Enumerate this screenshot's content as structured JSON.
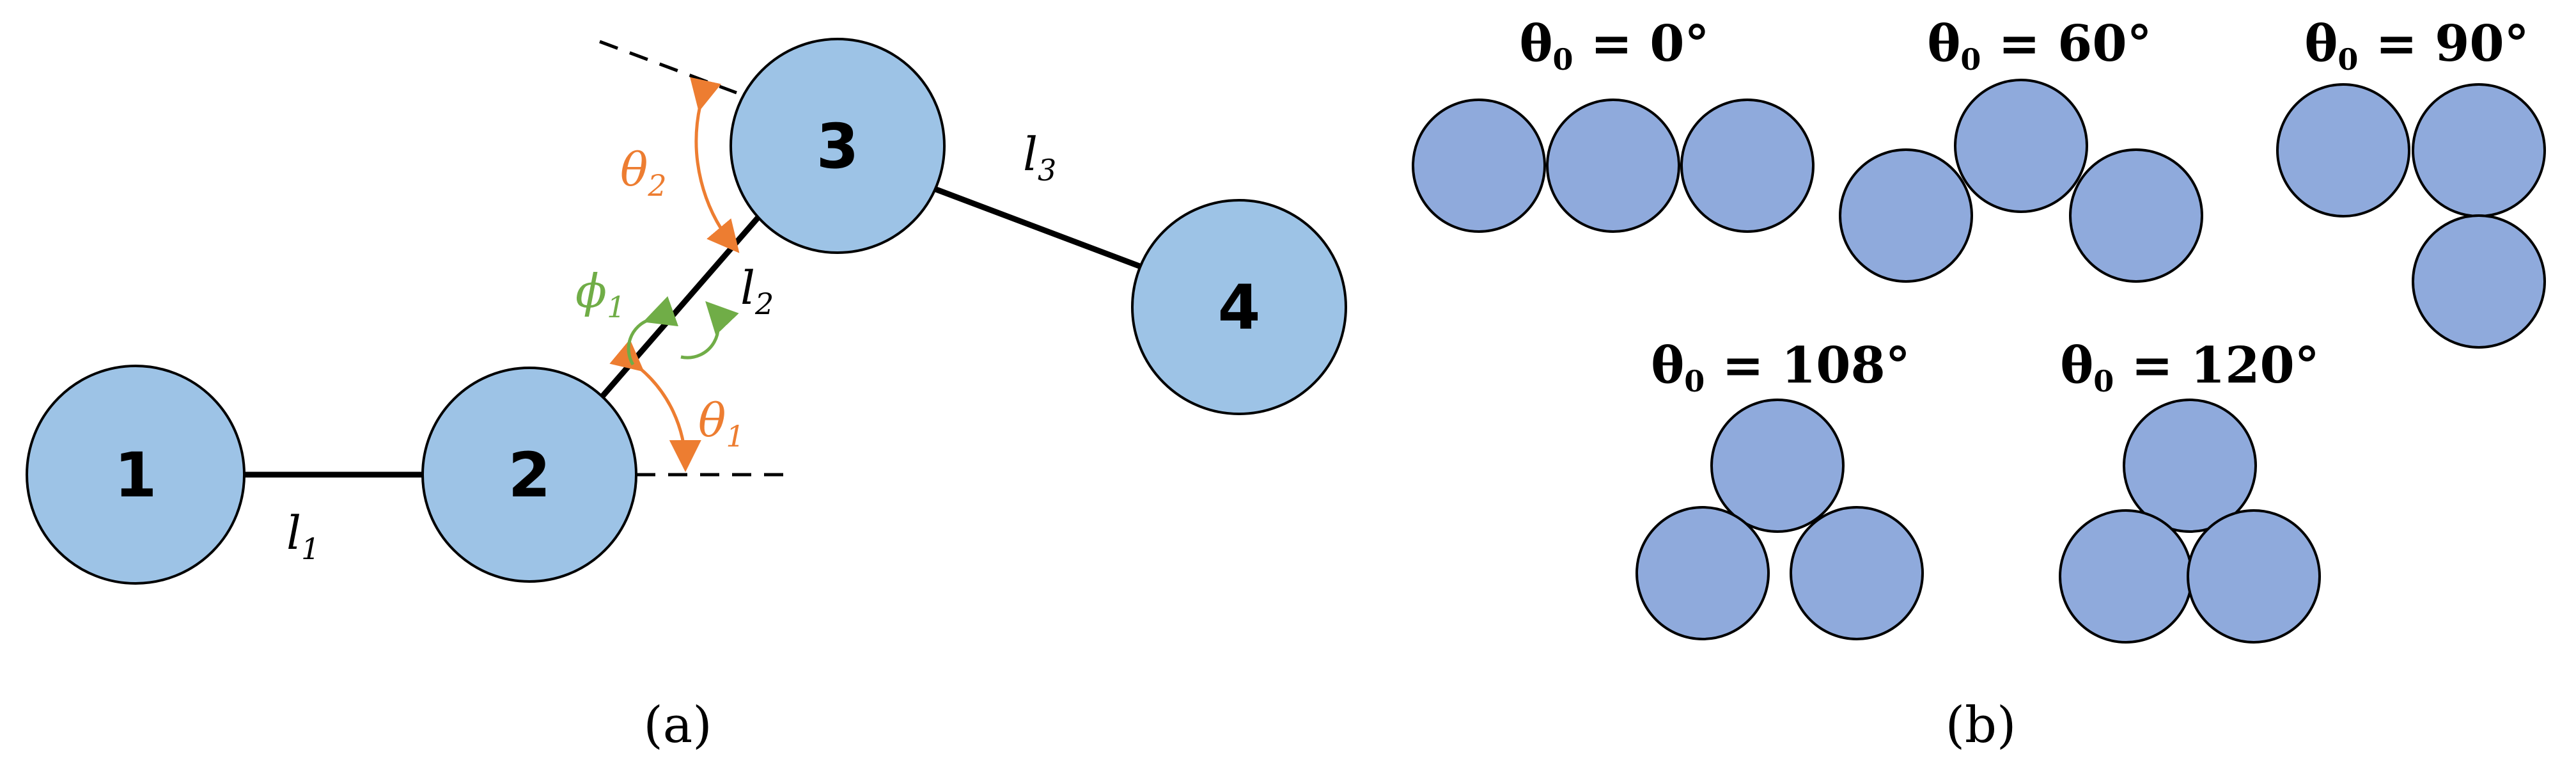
{
  "panel_a": {
    "beads": [
      "1",
      "2",
      "3",
      "4"
    ],
    "bond_labels": [
      {
        "base": "l",
        "sub": "1"
      },
      {
        "base": "l",
        "sub": "2"
      },
      {
        "base": "l",
        "sub": "3"
      }
    ],
    "angle_labels": [
      {
        "base": "θ",
        "sub": "1"
      },
      {
        "base": "θ",
        "sub": "2"
      }
    ],
    "dihedral_label": {
      "base": "ϕ",
      "sub": "1"
    },
    "caption": "(a)",
    "colors": {
      "bead_fill": "#9dc3e6",
      "angle": "#ed7d31",
      "dihedral": "#70ad47"
    }
  },
  "panel_b": {
    "configs": [
      {
        "base": "θ",
        "sub": "0",
        "value": " = 0°"
      },
      {
        "base": "θ",
        "sub": "0",
        "value": " = 60°"
      },
      {
        "base": "θ",
        "sub": "0",
        "value": " = 90°"
      },
      {
        "base": "θ",
        "sub": "0",
        "value": " = 108°"
      },
      {
        "base": "θ",
        "sub": "0",
        "value": " = 120°"
      }
    ],
    "caption": "(b)",
    "colors": {
      "bead_fill": "#8faadc"
    }
  }
}
